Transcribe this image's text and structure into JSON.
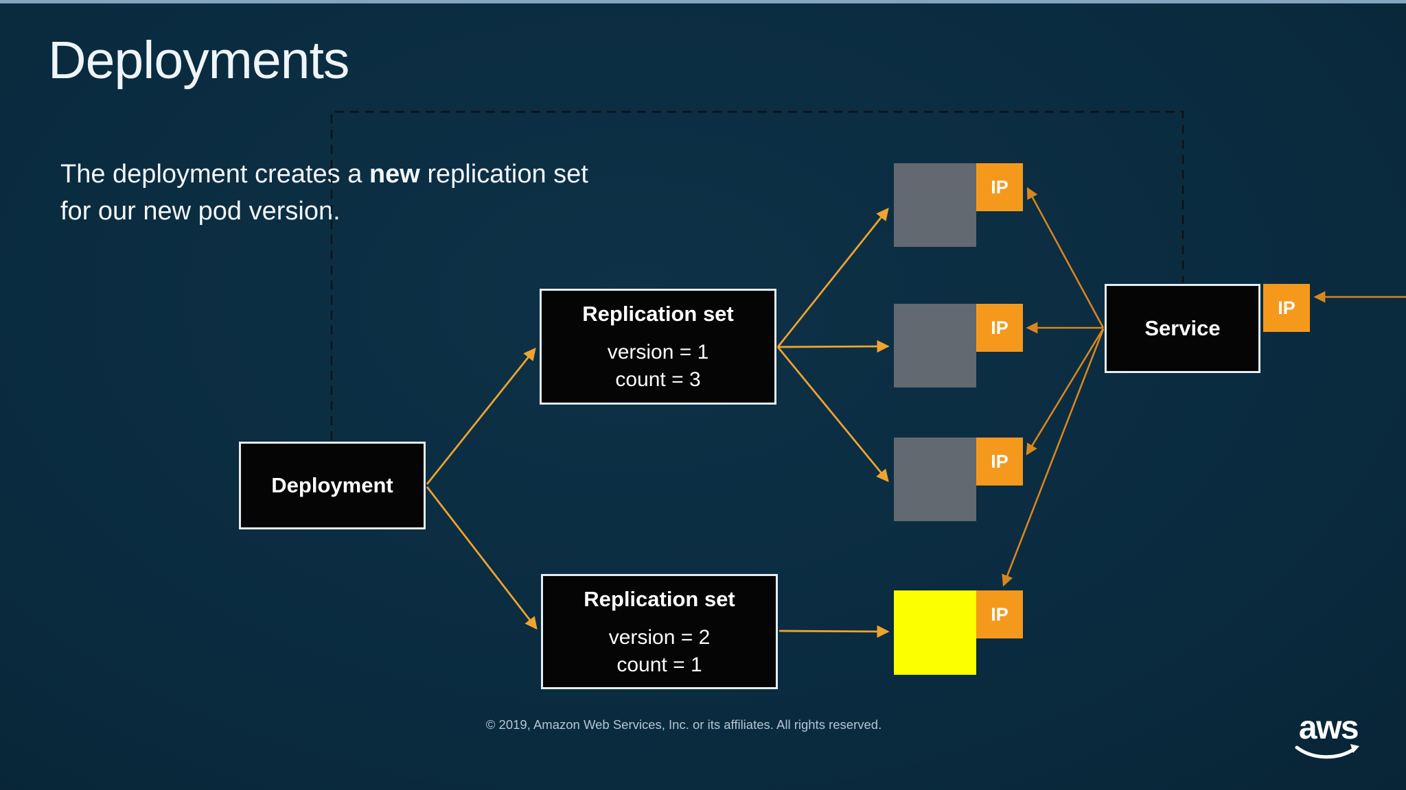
{
  "slide": {
    "title": "Deployments",
    "body": {
      "line1_prefix": "The deployment creates a ",
      "line1_bold": "new",
      "line1_suffix": " replication set",
      "line2": "for our new pod version."
    },
    "footer": "© 2019, Amazon Web Services, Inc. or its affiliates. All rights reserved.",
    "logo_text": "aws"
  },
  "diagram": {
    "deployment_label": "Deployment",
    "service_label": "Service",
    "service_ip_label": "IP",
    "replication_sets": [
      {
        "title": "Replication set",
        "version": "version = 1",
        "count": "count = 3"
      },
      {
        "title": "Replication set",
        "version": "version = 2",
        "count": "count = 1"
      }
    ],
    "pods": [
      {
        "ip_label": "IP"
      },
      {
        "ip_label": "IP"
      },
      {
        "ip_label": "IP"
      },
      {
        "ip_label": "IP"
      }
    ],
    "colors": {
      "background": "#0a2b3f",
      "top_strip": "#85a6bf",
      "box_fill": "#050505",
      "box_border": "#e6edf3",
      "ip_orange": "#f5991d",
      "arrow_gold": "#efa42e",
      "arrow_orange": "#d9861f",
      "pod_gray": "#626970",
      "pod_new_yellow": "#fbff00",
      "dash": "#0d1116",
      "text_light": "#eef4f8",
      "footer_text": "#b6c5d2"
    }
  }
}
